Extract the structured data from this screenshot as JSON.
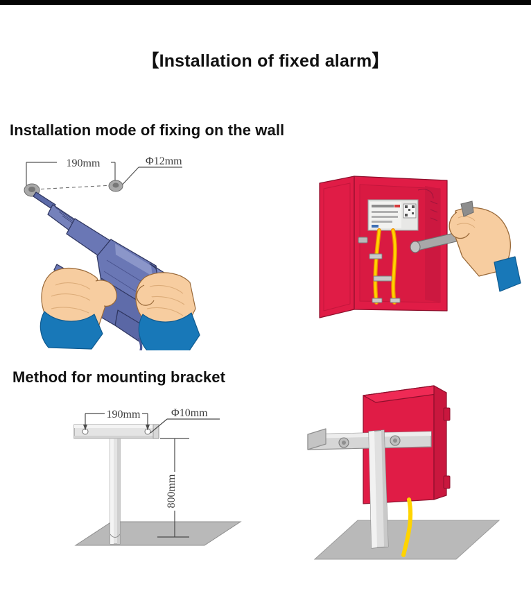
{
  "document": {
    "title_bracket_open": "【",
    "title_text": "Installation of fixed alarm",
    "title_bracket_close": "】"
  },
  "sections": [
    {
      "id": "wall",
      "heading": "Installation mode of fixing on the wall",
      "figures": [
        {
          "id": "drill",
          "name": "drilling-holes-diagram",
          "labels": {
            "spacing": "190mm",
            "hole_diameter": "Φ12mm"
          },
          "colors": {
            "drill_body": "#6a77b5",
            "drill_body_dark": "#4d5a99",
            "drill_body_light": "#8b96c9",
            "sleeve": "#1878b8",
            "skin": "#f7cda0",
            "skin_shadow": "#e0aa77",
            "metal": "#9a9a9a",
            "outline": "#2a2a4a"
          }
        },
        {
          "id": "box",
          "name": "alarm-box-wiring-illustration",
          "labels": {
            "nameplate_line_1": "",
            "nameplate_line_2": "",
            "nameplate_line_3": "",
            "nameplate_line_4": ""
          },
          "colors": {
            "box_red": "#e01c46",
            "box_red_dark": "#b5143a",
            "box_red_light": "#ef2a55",
            "cable_yellow": "#ffd400",
            "cable_outline": "#f08a00",
            "plate": "#e6e6e4",
            "metal": "#9d9d9d",
            "skin": "#f7cda0",
            "sleeve": "#1878b8"
          }
        }
      ]
    },
    {
      "id": "bracket",
      "heading": "Method for mounting bracket",
      "figures": [
        {
          "id": "pole",
          "name": "mounting-pole-dimensions-diagram",
          "labels": {
            "spacing": "190mm",
            "hole_diameter": "Φ10mm",
            "height": "800mm"
          },
          "colors": {
            "pole_fill": "#e4e4e4",
            "pole_edge": "#8c8c8c",
            "ground": "#b9b9b9",
            "line": "#4a4a4a"
          }
        },
        {
          "id": "mount",
          "name": "alarm-box-mounted-on-pole-illustration",
          "colors": {
            "box_red": "#e01c46",
            "box_red_dark": "#b5143a",
            "box_red_side": "#c9173e",
            "bracket": "#d6d6d6",
            "bracket_edge": "#8e8e8e",
            "ground": "#b9b9b9",
            "cable_yellow": "#ffd400"
          }
        }
      ]
    }
  ]
}
